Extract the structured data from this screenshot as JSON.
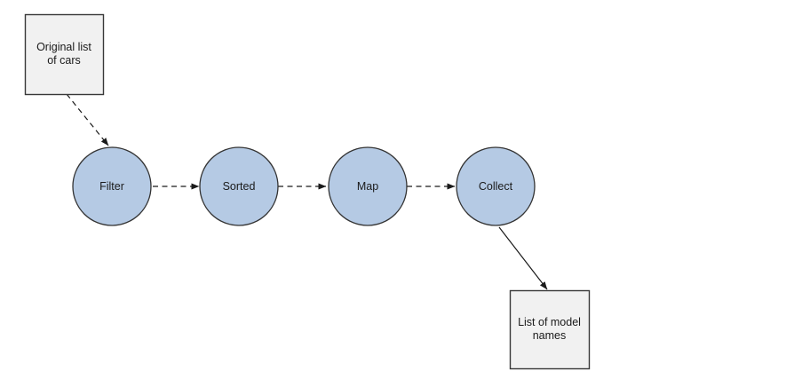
{
  "canvas": {
    "background": "#ffffff"
  },
  "colors": {
    "circle_fill": "#b5cae4",
    "circle_stroke": "#333333",
    "box_fill": "#f1f1f1",
    "box_stroke": "#383838",
    "edge_color": "#1a1a1a",
    "label_color": "#1a1a1a"
  },
  "nodes": {
    "source": {
      "label": "Original list of cars",
      "shape": "rectangle"
    },
    "filter": {
      "label": "Filter",
      "shape": "circle"
    },
    "sorted": {
      "label": "Sorted",
      "shape": "circle"
    },
    "map": {
      "label": "Map",
      "shape": "circle"
    },
    "collect": {
      "label": "Collect",
      "shape": "circle"
    },
    "result": {
      "label": "List of model names",
      "shape": "rectangle"
    }
  },
  "edges": [
    {
      "from": "source",
      "to": "filter",
      "line": "dashed",
      "arrow": "filled-triangle"
    },
    {
      "from": "filter",
      "to": "sorted",
      "line": "dashed",
      "arrow": "filled-triangle"
    },
    {
      "from": "sorted",
      "to": "map",
      "line": "dashed",
      "arrow": "filled-triangle"
    },
    {
      "from": "map",
      "to": "collect",
      "line": "dashed",
      "arrow": "filled-triangle"
    },
    {
      "from": "collect",
      "to": "result",
      "line": "solid",
      "arrow": "filled-triangle"
    }
  ]
}
